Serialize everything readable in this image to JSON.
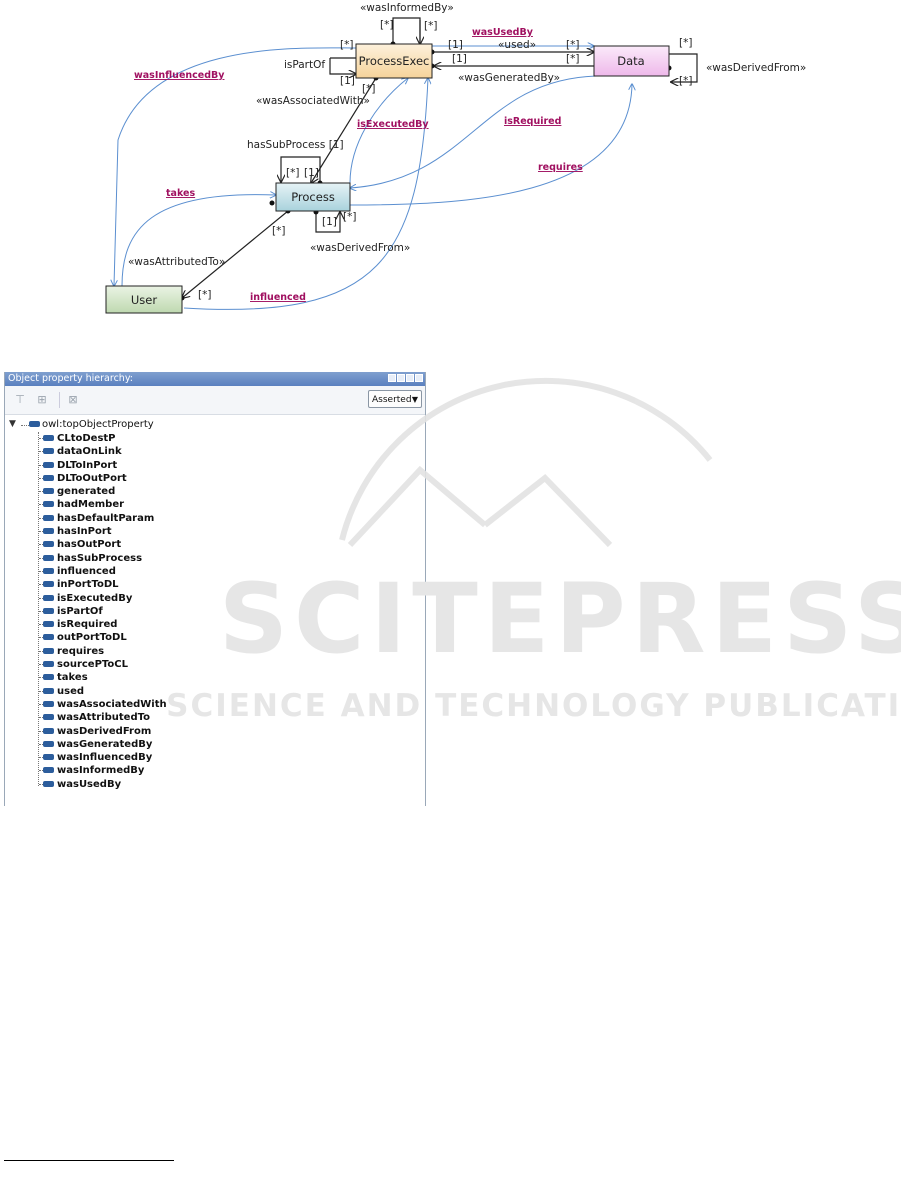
{
  "diagram": {
    "nodes": {
      "process_exec": "ProcessExec",
      "data": "Data",
      "process": "Process",
      "user": "User"
    },
    "labels": {
      "was_informed_by": "«wasInformedBy»",
      "star_a": "[*]",
      "star_b": "[*]",
      "star_c": "[*]",
      "star_d": "[*]",
      "star_e": "[*]",
      "star_f": "[*]",
      "star_g": "[*]",
      "star_h": "[*]",
      "star_i": "[*]",
      "star_j": "[*]",
      "star_k": "[*]",
      "one_a": "[1]",
      "one_b": "[1]",
      "one_c": "[1]",
      "one_d": "[1]",
      "used": "«used»",
      "was_used_by": "wasUsedBy",
      "is_part_of": "isPartOf",
      "was_influenced_by": "wasInfluencedBy",
      "was_generated_by": "«wasGeneratedBy»",
      "was_derived_from_data": "«wasDerivedFrom»",
      "was_associated_with": "«wasAssociatedWith»",
      "is_executed_by": "isExecutedBy",
      "is_required": "isRequired",
      "has_sub_process": "hasSubProcess [1]",
      "requires": "requires",
      "takes": "takes",
      "was_derived_from_process": "«wasDerivedFrom»",
      "was_attributed_to": "«wasAttributedTo»",
      "influenced": "influenced"
    },
    "colors": {
      "process_exec_fill": "#fbe3b8",
      "data_fill": "#f6d6f2",
      "process_fill": "#cfe6ec",
      "user_fill": "#d9e8cf",
      "blue_link": "#5b8fd0",
      "magenta_label": "#a01060"
    }
  },
  "panel": {
    "title": "Object property hierarchy:",
    "dropdown_value": "Asserted",
    "root": "owl:topObjectProperty",
    "properties": [
      "CLtoDestP",
      "dataOnLink",
      "DLToInPort",
      "DLToOutPort",
      "generated",
      "hadMember",
      "hasDefaultParam",
      "hasInPort",
      "hasOutPort",
      "hasSubProcess",
      "influenced",
      "inPortToDL",
      "isExecutedBy",
      "isPartOf",
      "isRequired",
      "outPortToDL",
      "requires",
      "sourcePToCL",
      "takes",
      "used",
      "wasAssociatedWith",
      "wasAttributedTo",
      "wasDerivedFrom",
      "wasGeneratedBy",
      "wasInfluencedBy",
      "wasInformedBy",
      "wasUsedBy"
    ]
  },
  "watermark": {
    "main": "SCITEPRESS",
    "sub": "SCIENCE AND TECHNOLOGY PUBLICATIONS"
  }
}
